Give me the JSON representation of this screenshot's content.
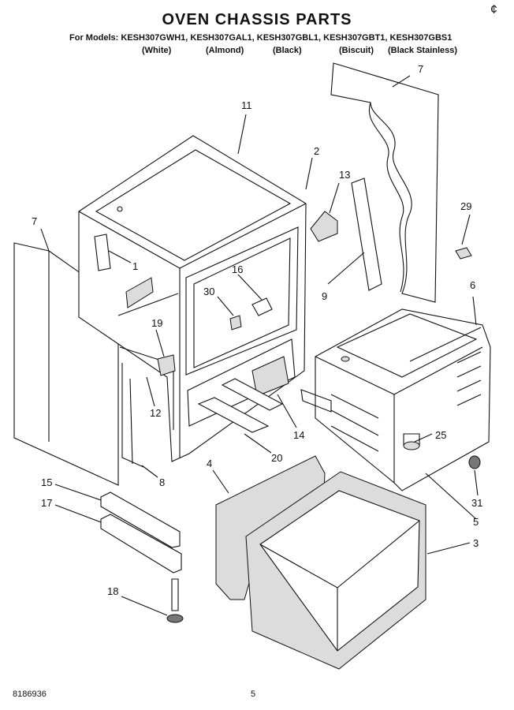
{
  "title": "OVEN CHASSIS PARTS",
  "models_line": "For Models: KESH307GWH1, KESH307GAL1, KESH307GBL1, KESH307GBT1, KESH307GBS1",
  "colors": [
    "(White)",
    "(Almond)",
    "(Black)",
    "(Biscuit)",
    "(Black Stainless)"
  ],
  "corner_mark": "¢",
  "footer": {
    "code": "8186936",
    "page": "5"
  },
  "callouts": {
    "c1": "1",
    "c2": "2",
    "c3": "3",
    "c4": "4",
    "c5": "5",
    "c6": "6",
    "c7a": "7",
    "c7b": "7",
    "c8": "8",
    "c9": "9",
    "c11": "11",
    "c12": "12",
    "c13": "13",
    "c14": "14",
    "c15": "15",
    "c16": "16",
    "c17": "17",
    "c18": "18",
    "c19": "19",
    "c20": "20",
    "c25": "25",
    "c29": "29",
    "c30": "30",
    "c31": "31"
  }
}
